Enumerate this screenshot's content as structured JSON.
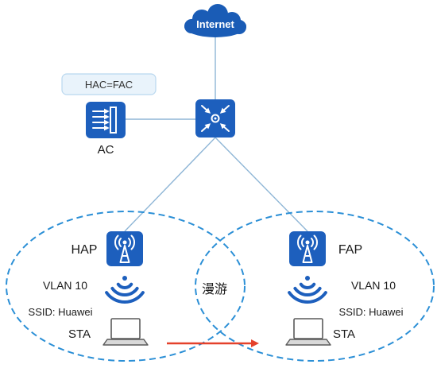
{
  "nodes": {
    "internet": {
      "label": "Internet"
    },
    "config_box": {
      "label": "HAC=FAC"
    },
    "ac": {
      "label": "AC"
    },
    "hap": {
      "label": "HAP"
    },
    "fap": {
      "label": "FAP"
    },
    "roaming": {
      "label": "漫游"
    }
  },
  "left_cell": {
    "vlan": "VLAN 10",
    "ssid": "SSID: Huawei",
    "sta": "STA"
  },
  "right_cell": {
    "vlan": "VLAN 10",
    "ssid": "SSID: Huawei",
    "sta": "STA"
  },
  "icons": {
    "internet": "cloud-icon",
    "switch": "core-switch-icon",
    "ac": "access-controller-icon",
    "ap": "access-point-icon",
    "signal": "wifi-signal-icon",
    "sta": "laptop-icon"
  },
  "colors": {
    "icon_blue": "#1d5fbd",
    "cloud_blue": "#1a5cb6",
    "link": "#8fb6d6",
    "cell_dash": "#2b8fd6",
    "roam_arrow": "#e4412b",
    "config_box_fill": "#e9f3fb",
    "config_box_border": "#b9d8ef"
  }
}
